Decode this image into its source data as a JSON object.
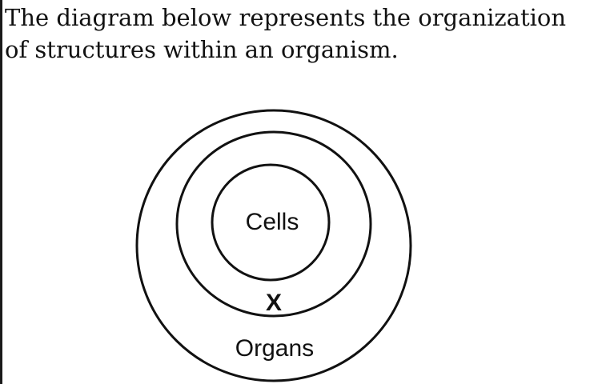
{
  "question": {
    "line1": "The diagram below represents the organization",
    "line2": "of structures within an organism."
  },
  "diagram": {
    "inner_label": "Cells",
    "middle_label": "X",
    "outer_label": "Organs"
  }
}
